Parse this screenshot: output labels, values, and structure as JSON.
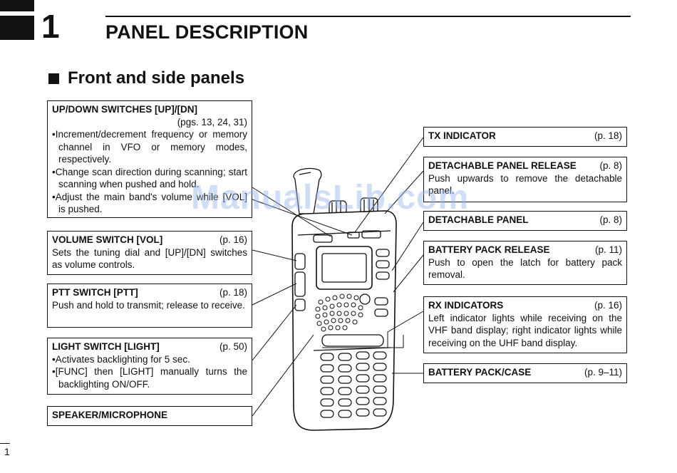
{
  "chapter": {
    "number": "1",
    "title": "PANEL DESCRIPTION"
  },
  "section": {
    "title": "Front and side panels"
  },
  "left_boxes": {
    "updown": {
      "title": "UP/DOWN SWITCHES [UP]/[DN]",
      "pages": "(pgs. 13, 24, 31)",
      "bullets": [
        "•Increment/decrement frequency or memory channel in VFO or memory modes, respectively.",
        "•Change scan direction during scanning; start scanning when pushed and hold.",
        "•Adjust the main band's volume while [VOL] is pushed."
      ]
    },
    "volume": {
      "title": "VOLUME SWITCH [VOL]",
      "page": "(p. 16)",
      "desc": "Sets the tuning dial and [UP]/[DN] switches as volume controls."
    },
    "ptt": {
      "title": "PTT SWITCH [PTT]",
      "page": "(p. 18)",
      "desc": "Push and hold to transmit; release to receive."
    },
    "light": {
      "title": "LIGHT SWITCH [LIGHT]",
      "page": "(p. 50)",
      "bullets": [
        "•Activates backlighting for 5 sec.",
        "•[FUNC] then [LIGHT] manually turns the backlighting ON/OFF."
      ]
    },
    "speaker": {
      "title": "SPEAKER/MICROPHONE"
    }
  },
  "right_boxes": {
    "tx": {
      "title": "TX INDICATOR",
      "page": "(p. 18)"
    },
    "detach_release": {
      "title": "DETACHABLE PANEL RELEASE",
      "page": "(p. 8)",
      "desc": "Push upwards to remove the detachable panel."
    },
    "detach_panel": {
      "title": "DETACHABLE PANEL",
      "page": "(p. 8)"
    },
    "battery_release": {
      "title": "BATTERY PACK RELEASE",
      "page": "(p. 11)",
      "desc": "Push to open the latch for battery pack removal."
    },
    "rx": {
      "title": "RX INDICATORS",
      "page": "(p. 16)",
      "desc": "Left indicator lights while receiving on the VHF band display; right indicator lights while receiving on the UHF band display."
    },
    "battery_case": {
      "title": "BATTERY PACK/CASE",
      "page": "(p. 9–11)"
    }
  },
  "watermark": "ManualsLib.com",
  "page_number": "1"
}
